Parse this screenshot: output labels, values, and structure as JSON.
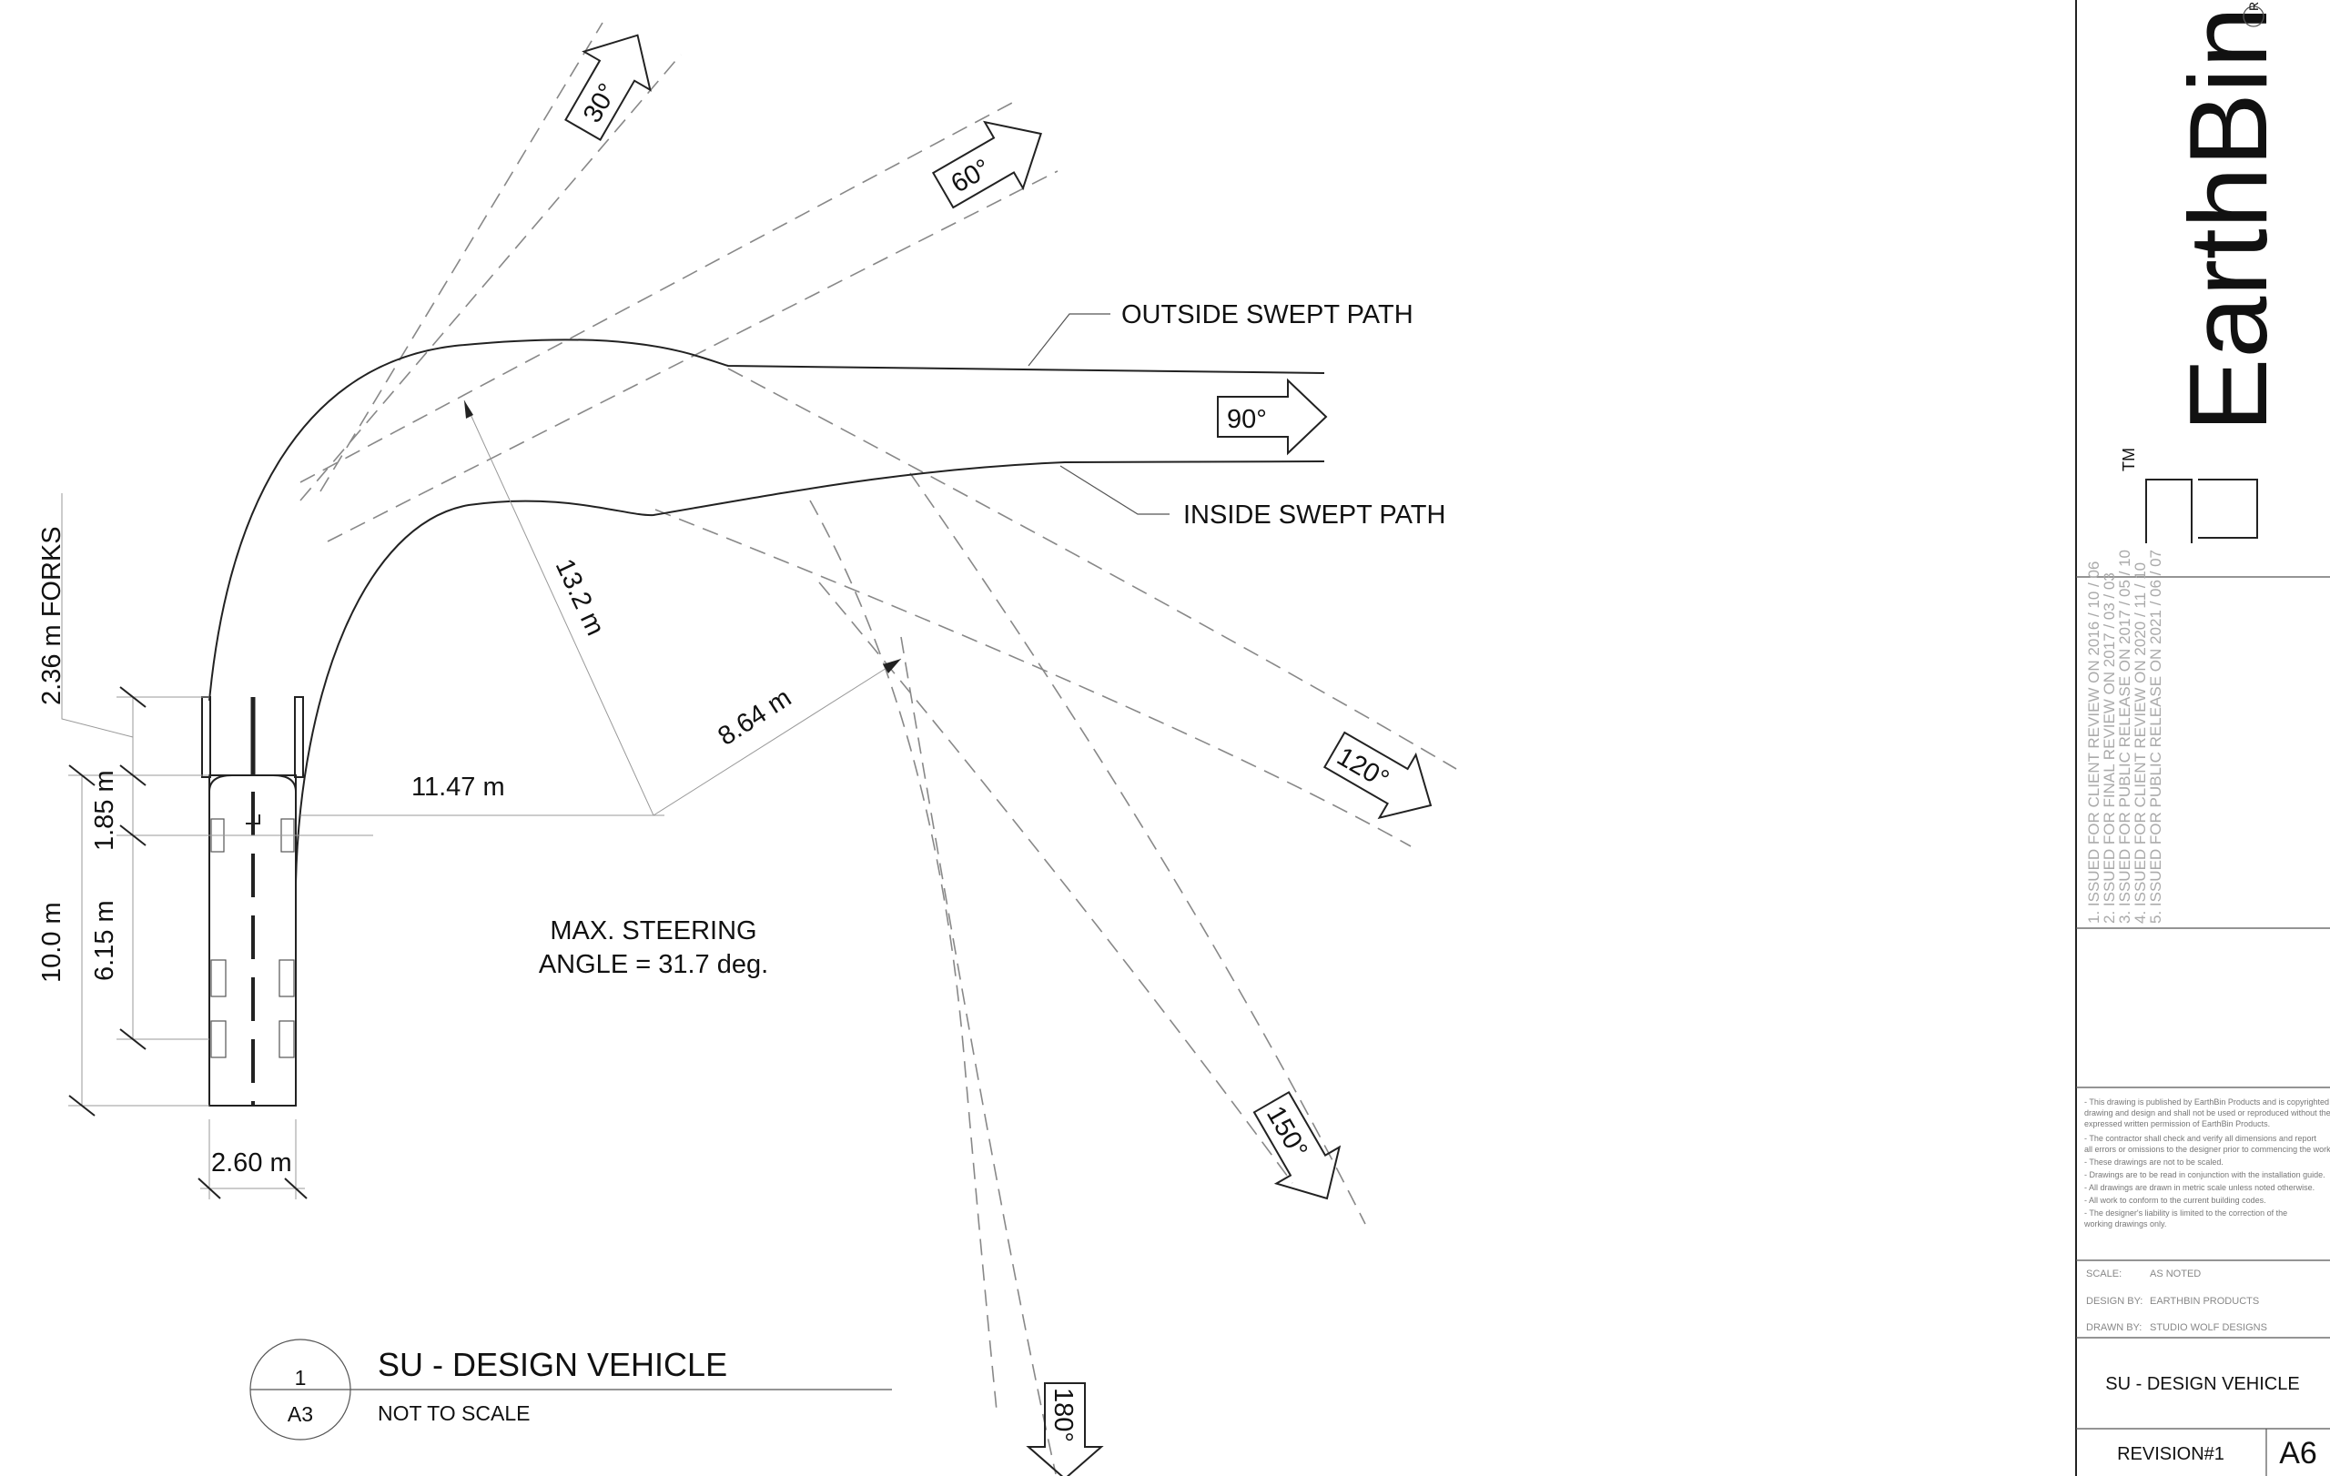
{
  "labels": {
    "outside_path": "OUTSIDE SWEPT PATH",
    "inside_path": "INSIDE SWEPT PATH",
    "steering_1": "MAX. STEERING",
    "steering_2": "ANGLE = 31.7 deg.",
    "radius_outer": "13.2 m",
    "radius_inner": "8.64 m",
    "offset": "11.47 m",
    "forks": "2.36 m FORKS",
    "overall_length": "10.0 m",
    "wheelbase": "6.15 m",
    "front_overhang": "1.85 m",
    "width": "2.60 m"
  },
  "angles": [
    "30°",
    "60°",
    "90°",
    "120°",
    "150°",
    "180°"
  ],
  "title_block": {
    "logo_text": "EarthBin",
    "revisions": [
      "1. ISSUED FOR CLIENT REVIEW ON 2016 / 10 / 06",
      "2. ISSUED FOR FINAL REVIEW ON 2017 / 03 / 03",
      "3. ISSUED FOR PUBLIC RELEASE ON 2017 / 05 / 10",
      "4. ISSUED FOR CLIENT REVIEW ON 2020 / 11 / 10",
      "5. ISSUED FOR PUBLIC RELEASE ON 2021 / 06 / 07"
    ],
    "notes": [
      "- This drawing is published by EarthBin Products and is copyrighted",
      "drawing and design and shall not be used or reproduced without the",
      "expressed written permission of EarthBin Products.",
      "- The contractor shall check and verify all dimensions and report",
      "all errors or omissions to the designer prior to commencing the work.",
      "- These drawings are not to be scaled.",
      "- Drawings are to be read in conjunction with the installation guide.",
      "- All drawings are drawn in metric scale unless noted otherwise.",
      "- All work to conform to the current building codes.",
      "- The designer's liability is limited to the correction of the",
      "working drawings only."
    ],
    "scale_label": "SCALE:",
    "scale_value": "AS NOTED",
    "design_label": "DESIGN BY:",
    "design_value": "EARTHBIN PRODUCTS",
    "drawn_label": "DRAWN BY:",
    "drawn_value": "STUDIO WOLF DESIGNS",
    "sheet_title": "SU - DESIGN VEHICLE",
    "revision": "REVISION#1",
    "sheet_number": "A6"
  },
  "detail_label": {
    "number": "1",
    "sheet": "A3",
    "title": "SU - DESIGN VEHICLE",
    "subtitle": "NOT TO SCALE"
  }
}
